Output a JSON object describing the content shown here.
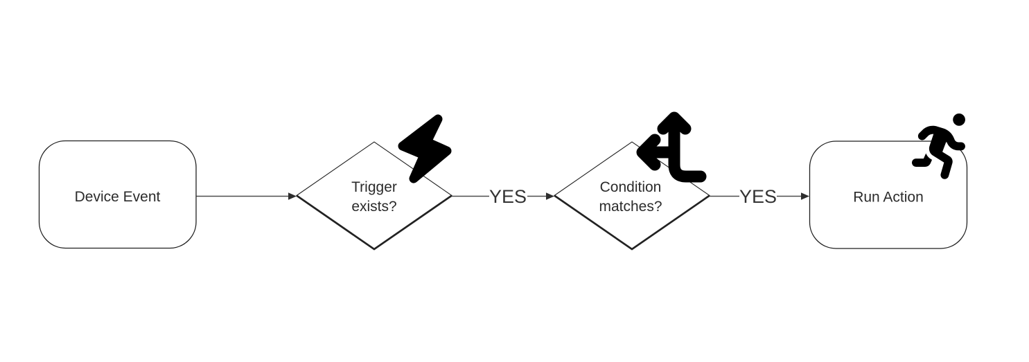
{
  "diagram": {
    "type": "flowchart",
    "orientation": "left-to-right",
    "colors": {
      "background": "#ffffff",
      "node_border": "#1f1f1f",
      "diamond_border": "#222222",
      "connector": "#4d4d4d",
      "text": "#2b2b2b",
      "edge_label_text": "#333333",
      "icon": "#000000"
    },
    "nodes": [
      {
        "id": "device-event",
        "shape": "rounded-rectangle",
        "label": "Device Event",
        "icon": null
      },
      {
        "id": "trigger-exists",
        "shape": "diamond",
        "label": "Trigger exists?",
        "line1": "Trigger",
        "line2": "exists?",
        "icon": "lightning-bolt"
      },
      {
        "id": "condition-matches",
        "shape": "diamond",
        "label": "Condition matches?",
        "line1": "Condition",
        "line2": "matches?",
        "icon": "split-arrows"
      },
      {
        "id": "run-action",
        "shape": "rounded-rectangle",
        "label": "Run Action",
        "icon": "person-running"
      }
    ],
    "edges": [
      {
        "from": "Device Event",
        "to": "Trigger exists?",
        "label": ""
      },
      {
        "from": "Trigger exists?",
        "to": "Condition matches?",
        "label": "YES"
      },
      {
        "from": "Condition matches?",
        "to": "Run Action",
        "label": "YES"
      }
    ]
  }
}
